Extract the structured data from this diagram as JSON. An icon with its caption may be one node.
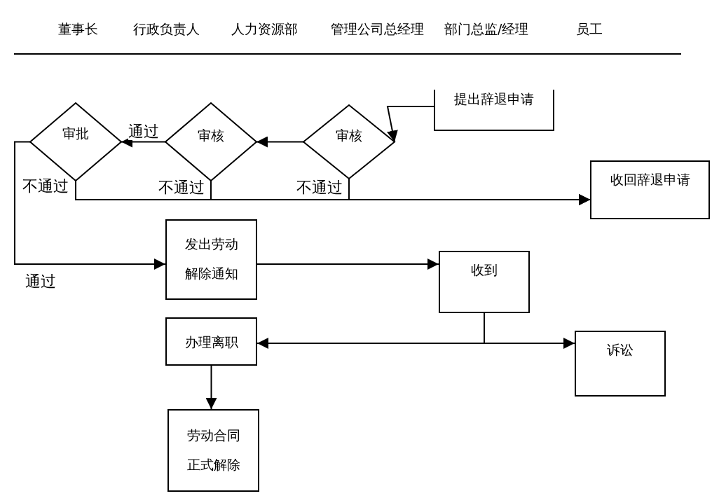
{
  "diagram": {
    "nodes": [
      {
        "text": [
          "提出辞退申请"
        ]
      },
      {
        "text": [
          "审核"
        ]
      },
      {
        "text": [
          "审核"
        ]
      },
      {
        "text": [
          "审批"
        ]
      },
      {
        "text": [
          "收回辞退申请"
        ]
      },
      {
        "text": [
          "发出劳动解除通知"
        ]
      },
      {
        "text": [
          "收到"
        ]
      },
      {
        "text": [
          "办理离职"
        ]
      },
      {
        "text": [
          "诉讼"
        ]
      },
      {
        "text": [
          "劳动合同正式解除"
        ]
      }
    ],
    "edges": [
      {
        "from": 0,
        "to": 1,
        "arrow": "to"
      },
      {
        "from": 1,
        "to": 2,
        "arrow": "to"
      },
      {
        "from": 2,
        "to": 3,
        "label": "通过",
        "arrow": "to"
      },
      {
        "from": 3,
        "to": 4,
        "label": "不通过",
        "arrow": "to"
      },
      {
        "from": 2,
        "to": 4,
        "label": "不通过",
        "arrow": "to"
      },
      {
        "from": 1,
        "to": 4,
        "label": "不通过",
        "arrow": "to"
      },
      {
        "from": 3,
        "to": 5,
        "label": "通过",
        "arrow": "to"
      },
      {
        "from": 5,
        "to": 6,
        "arrow": "to"
      },
      {
        "from": 6,
        "to": 7,
        "arrow": "to"
      },
      {
        "from": 6,
        "to": 8,
        "arrow": "to"
      },
      {
        "from": 7,
        "to": 9,
        "arrow": "to"
      }
    ],
    "labels": [
      "董事长",
      "行政负责人",
      "人力资源部",
      "管理公司总经理",
      "部门总监/经理",
      "员工"
    ]
  }
}
